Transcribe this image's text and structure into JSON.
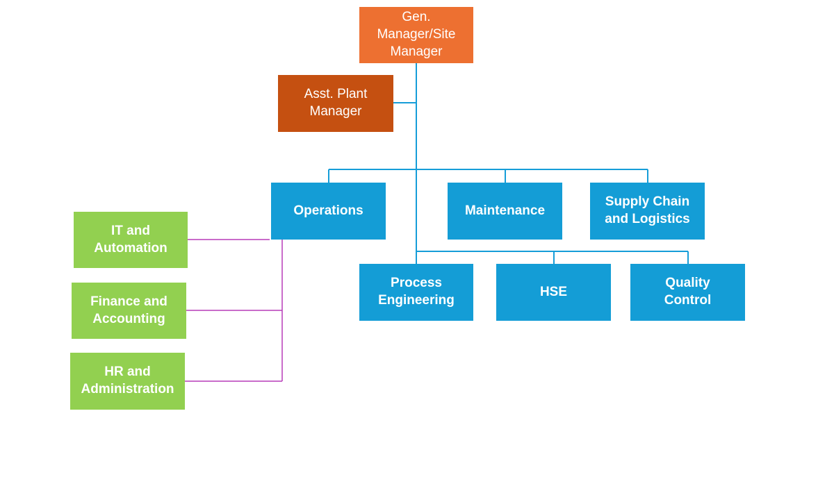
{
  "colors": {
    "top_manager": "#ED7031",
    "assistant_manager": "#C55011",
    "department": "#149DD6",
    "support": "#92D050",
    "department_connector": "#159DD8",
    "support_connector": "#B73BB9"
  },
  "org_chart": {
    "top": {
      "label": "Gen. Manager/Site Manager"
    },
    "assistant": {
      "label": "Asst. Plant Manager"
    },
    "departments_row1": [
      {
        "label": "Operations"
      },
      {
        "label": "Maintenance"
      },
      {
        "label": "Supply Chain and Logistics"
      }
    ],
    "departments_row2": [
      {
        "label": "Process Engineering"
      },
      {
        "label": "HSE"
      },
      {
        "label": "Quality Control"
      }
    ],
    "support_functions": [
      {
        "label": "IT and Automation"
      },
      {
        "label": "Finance and Accounting"
      },
      {
        "label": "HR and Administration"
      }
    ]
  }
}
